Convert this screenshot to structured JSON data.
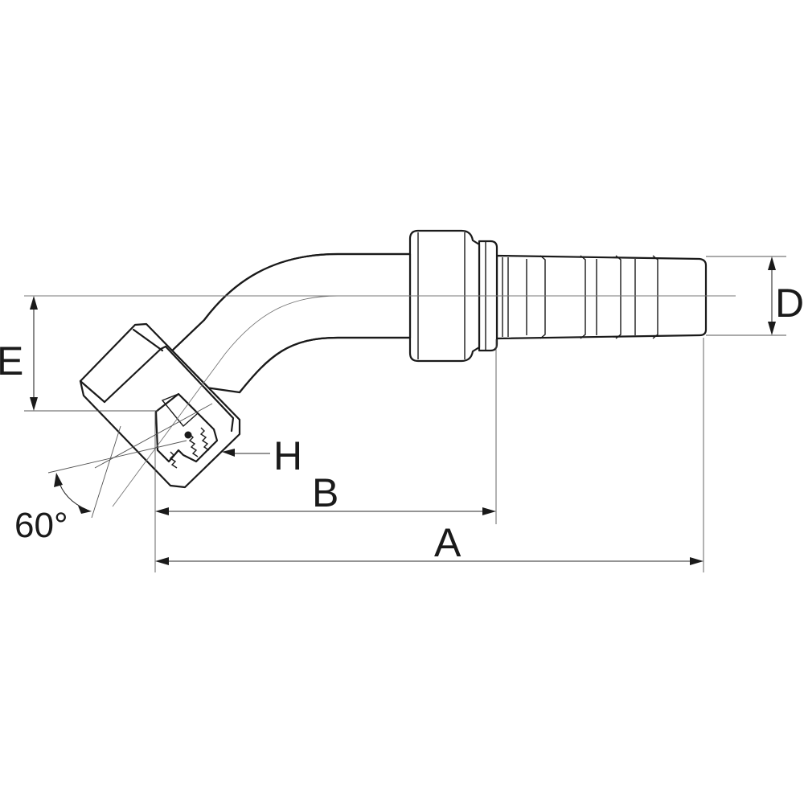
{
  "diagram": {
    "labels": {
      "a": "A",
      "b": "B",
      "d": "D",
      "e": "E",
      "h": "H",
      "angle": "60°"
    }
  }
}
